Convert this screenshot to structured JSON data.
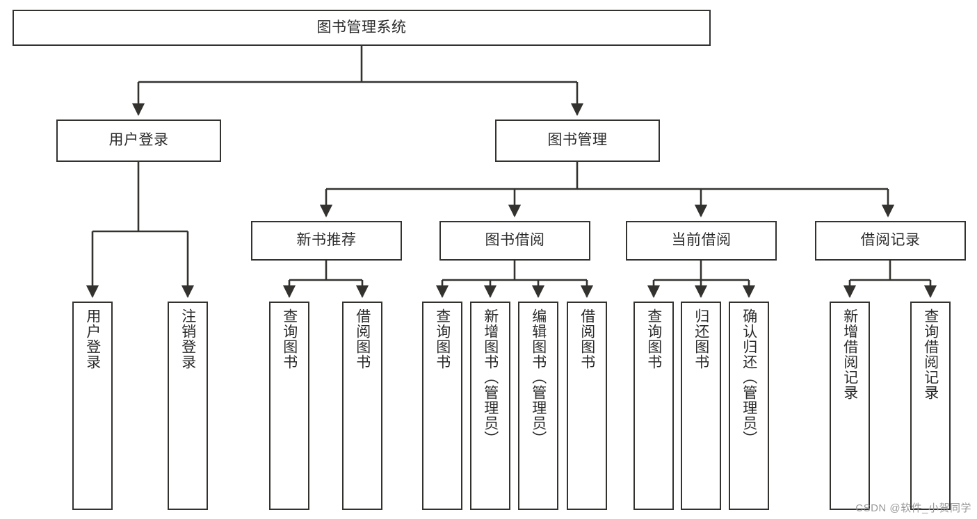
{
  "diagram": {
    "title": "图书管理系统",
    "type": "tree-hierarchy",
    "colors": {
      "box_border": "#33322f",
      "box_fill": "#ffffff",
      "connector": "#33322f",
      "text": "#2b2b2b",
      "watermark": "#9a9a9a",
      "background": "#ffffff"
    },
    "root": {
      "label": "图书管理系统"
    },
    "level2": [
      {
        "label": "用户登录"
      },
      {
        "label": "图书管理"
      }
    ],
    "level3": [
      {
        "label": "新书推荐"
      },
      {
        "label": "图书借阅"
      },
      {
        "label": "当前借阅"
      },
      {
        "label": "借阅记录"
      }
    ],
    "leaves": {
      "user_login": [
        {
          "label": "用户登录"
        },
        {
          "label": "注销登录"
        }
      ],
      "new_book_recommend": [
        {
          "label": "查询图书"
        },
        {
          "label": "借阅图书"
        }
      ],
      "book_borrow": [
        {
          "label": "查询图书"
        },
        {
          "label": "新增图书（管理员）"
        },
        {
          "label": "编辑图书（管理员）"
        },
        {
          "label": "借阅图书"
        }
      ],
      "current_borrow": [
        {
          "label": "查询图书"
        },
        {
          "label": "归还图书"
        },
        {
          "label": "确认归还（管理员）"
        }
      ],
      "borrow_records": [
        {
          "label": "新增借阅记录"
        },
        {
          "label": "查询借阅记录"
        }
      ]
    }
  },
  "watermark": {
    "text": "CSDN @软件_小贺同学"
  }
}
